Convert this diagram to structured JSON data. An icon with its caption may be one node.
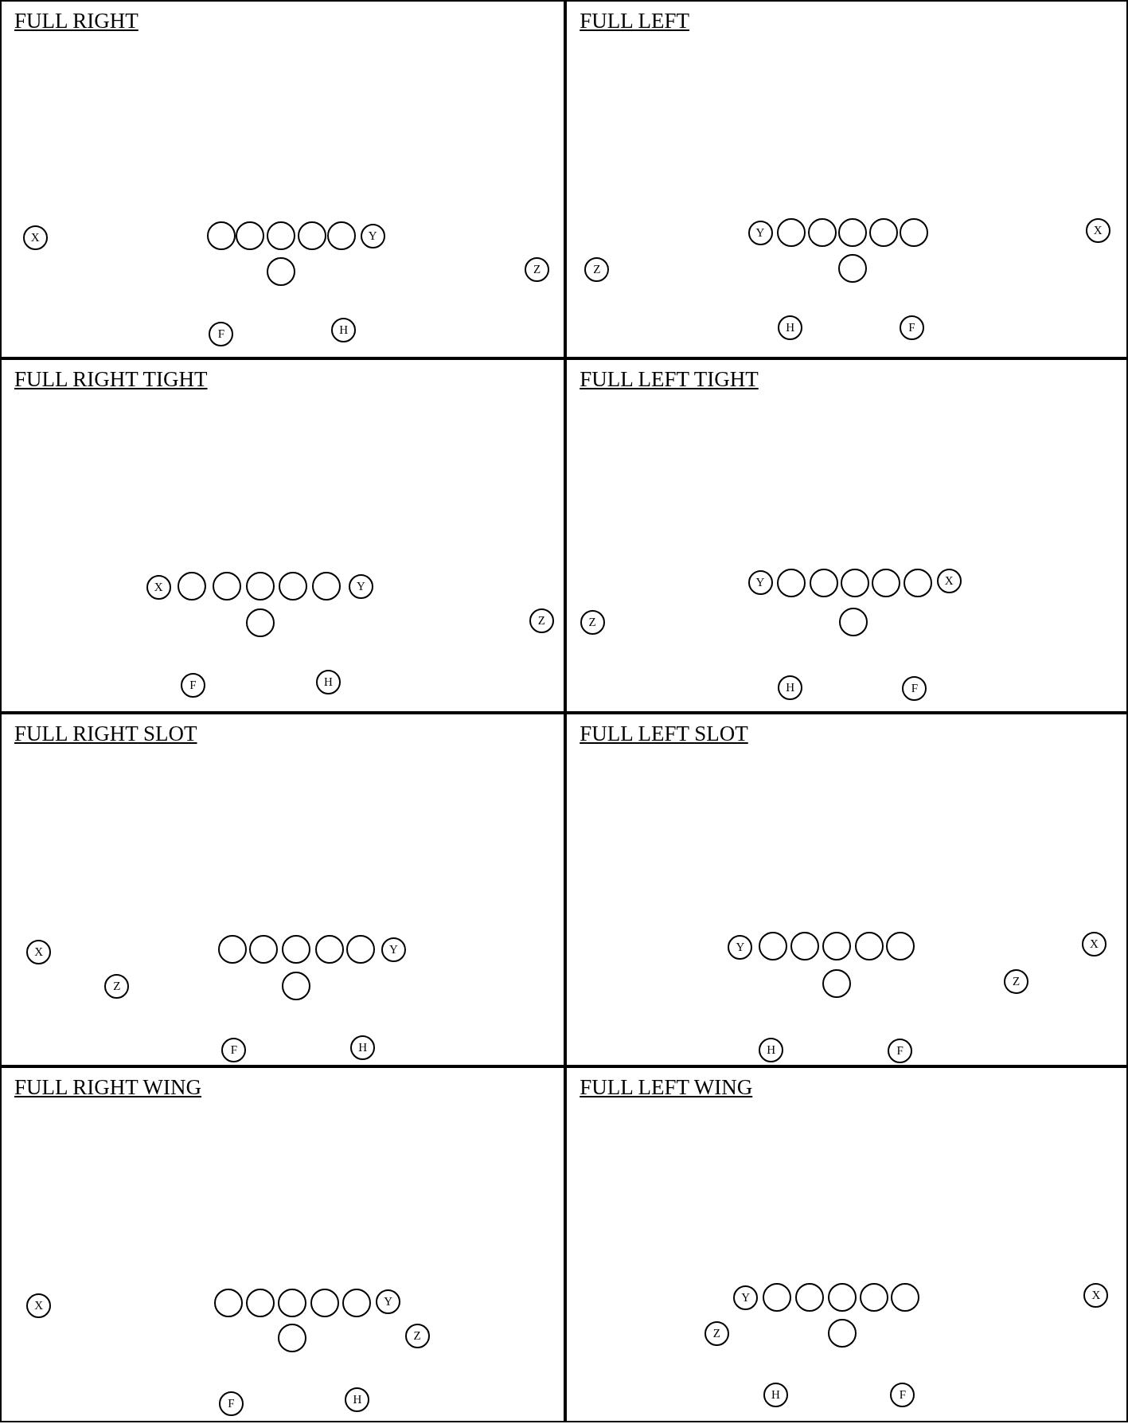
{
  "diagram": {
    "nodes": [
      {
        "text": [
          "FULL RIGHT"
        ]
      },
      {
        "text": [
          "X"
        ],
        "in": 0
      },
      {
        "text": [],
        "shape": "circle",
        "in": 0
      },
      {
        "text": [],
        "shape": "circle",
        "in": 0
      },
      {
        "text": [],
        "shape": "circle",
        "in": 0
      },
      {
        "text": [],
        "shape": "circle",
        "in": 0
      },
      {
        "text": [],
        "shape": "circle",
        "in": 0
      },
      {
        "text": [
          "Y"
        ],
        "in": 0
      },
      {
        "text": [],
        "shape": "circle",
        "in": 0
      },
      {
        "text": [
          "Z"
        ],
        "in": 0
      },
      {
        "text": [
          "F"
        ],
        "in": 0
      },
      {
        "text": [
          "H"
        ],
        "in": 0
      },
      {
        "text": [
          "FULL LEFT"
        ]
      },
      {
        "text": [
          "Y"
        ],
        "in": 12
      },
      {
        "text": [],
        "shape": "circle",
        "in": 12
      },
      {
        "text": [],
        "shape": "circle",
        "in": 12
      },
      {
        "text": [],
        "shape": "circle",
        "in": 12
      },
      {
        "text": [],
        "shape": "circle",
        "in": 12
      },
      {
        "text": [],
        "shape": "circle",
        "in": 12
      },
      {
        "text": [
          "X"
        ],
        "in": 12
      },
      {
        "text": [
          "Z"
        ],
        "in": 12
      },
      {
        "text": [],
        "shape": "circle",
        "in": 12
      },
      {
        "text": [
          "H"
        ],
        "in": 12
      },
      {
        "text": [
          "F"
        ],
        "in": 12
      },
      {
        "text": [
          "FULL RIGHT TIGHT"
        ]
      },
      {
        "text": [
          "X"
        ],
        "in": 24
      },
      {
        "text": [],
        "shape": "circle",
        "in": 24
      },
      {
        "text": [],
        "shape": "circle",
        "in": 24
      },
      {
        "text": [],
        "shape": "circle",
        "in": 24
      },
      {
        "text": [],
        "shape": "circle",
        "in": 24
      },
      {
        "text": [],
        "shape": "circle",
        "in": 24
      },
      {
        "text": [
          "Y"
        ],
        "in": 24
      },
      {
        "text": [],
        "shape": "circle",
        "in": 24
      },
      {
        "text": [
          "Z"
        ],
        "in": 24
      },
      {
        "text": [
          "F"
        ],
        "in": 24
      },
      {
        "text": [
          "H"
        ],
        "in": 24
      },
      {
        "text": [
          "FULL LEFT TIGHT"
        ]
      },
      {
        "text": [
          "Y"
        ],
        "in": 36
      },
      {
        "text": [],
        "shape": "circle",
        "in": 36
      },
      {
        "text": [],
        "shape": "circle",
        "in": 36
      },
      {
        "text": [],
        "shape": "circle",
        "in": 36
      },
      {
        "text": [],
        "shape": "circle",
        "in": 36
      },
      {
        "text": [],
        "shape": "circle",
        "in": 36
      },
      {
        "text": [
          "X"
        ],
        "in": 36
      },
      {
        "text": [
          "Z"
        ],
        "in": 36
      },
      {
        "text": [],
        "shape": "circle",
        "in": 36
      },
      {
        "text": [
          "H"
        ],
        "in": 36
      },
      {
        "text": [
          "F"
        ],
        "in": 36
      },
      {
        "text": [
          "FULL RIGHT SLOT"
        ]
      },
      {
        "text": [
          "X"
        ],
        "in": 48
      },
      {
        "text": [],
        "shape": "circle",
        "in": 48
      },
      {
        "text": [],
        "shape": "circle",
        "in": 48
      },
      {
        "text": [],
        "shape": "circle",
        "in": 48
      },
      {
        "text": [],
        "shape": "circle",
        "in": 48
      },
      {
        "text": [],
        "shape": "circle",
        "in": 48
      },
      {
        "text": [
          "Y"
        ],
        "in": 48
      },
      {
        "text": [
          "Z"
        ],
        "in": 48
      },
      {
        "text": [],
        "shape": "circle",
        "in": 48
      },
      {
        "text": [
          "F"
        ],
        "in": 48
      },
      {
        "text": [
          "H"
        ],
        "in": 48
      },
      {
        "text": [
          "FULL LEFT SLOT"
        ]
      },
      {
        "text": [
          "Y"
        ],
        "in": 60
      },
      {
        "text": [],
        "shape": "circle",
        "in": 60
      },
      {
        "text": [],
        "shape": "circle",
        "in": 60
      },
      {
        "text": [],
        "shape": "circle",
        "in": 60
      },
      {
        "text": [],
        "shape": "circle",
        "in": 60
      },
      {
        "text": [],
        "shape": "circle",
        "in": 60
      },
      {
        "text": [
          "X"
        ],
        "in": 60
      },
      {
        "text": [],
        "shape": "circle",
        "in": 60
      },
      {
        "text": [
          "Z"
        ],
        "in": 60
      },
      {
        "text": [
          "H"
        ],
        "in": 60
      },
      {
        "text": [
          "F"
        ],
        "in": 60
      },
      {
        "text": [
          "FULL RIGHT WING"
        ]
      },
      {
        "text": [
          "X"
        ],
        "in": 72
      },
      {
        "text": [],
        "shape": "circle",
        "in": 72
      },
      {
        "text": [],
        "shape": "circle",
        "in": 72
      },
      {
        "text": [],
        "shape": "circle",
        "in": 72
      },
      {
        "text": [],
        "shape": "circle",
        "in": 72
      },
      {
        "text": [],
        "shape": "circle",
        "in": 72
      },
      {
        "text": [
          "Y"
        ],
        "in": 72
      },
      {
        "text": [],
        "shape": "circle",
        "in": 72
      },
      {
        "text": [
          "Z"
        ],
        "in": 72
      },
      {
        "text": [
          "F"
        ],
        "in": 72
      },
      {
        "text": [
          "H"
        ],
        "in": 72
      },
      {
        "text": [
          "FULL LEFT WING"
        ]
      },
      {
        "text": [
          "Y"
        ],
        "in": 84
      },
      {
        "text": [],
        "shape": "circle",
        "in": 84
      },
      {
        "text": [],
        "shape": "circle",
        "in": 84
      },
      {
        "text": [],
        "shape": "circle",
        "in": 84
      },
      {
        "text": [],
        "shape": "circle",
        "in": 84
      },
      {
        "text": [],
        "shape": "circle",
        "in": 84
      },
      {
        "text": [
          "X"
        ],
        "in": 84
      },
      {
        "text": [
          "Z"
        ],
        "in": 84
      },
      {
        "text": [],
        "shape": "circle",
        "in": 84
      },
      {
        "text": [
          "H"
        ],
        "in": 84
      },
      {
        "text": [
          "F"
        ],
        "in": 84
      }
    ]
  }
}
